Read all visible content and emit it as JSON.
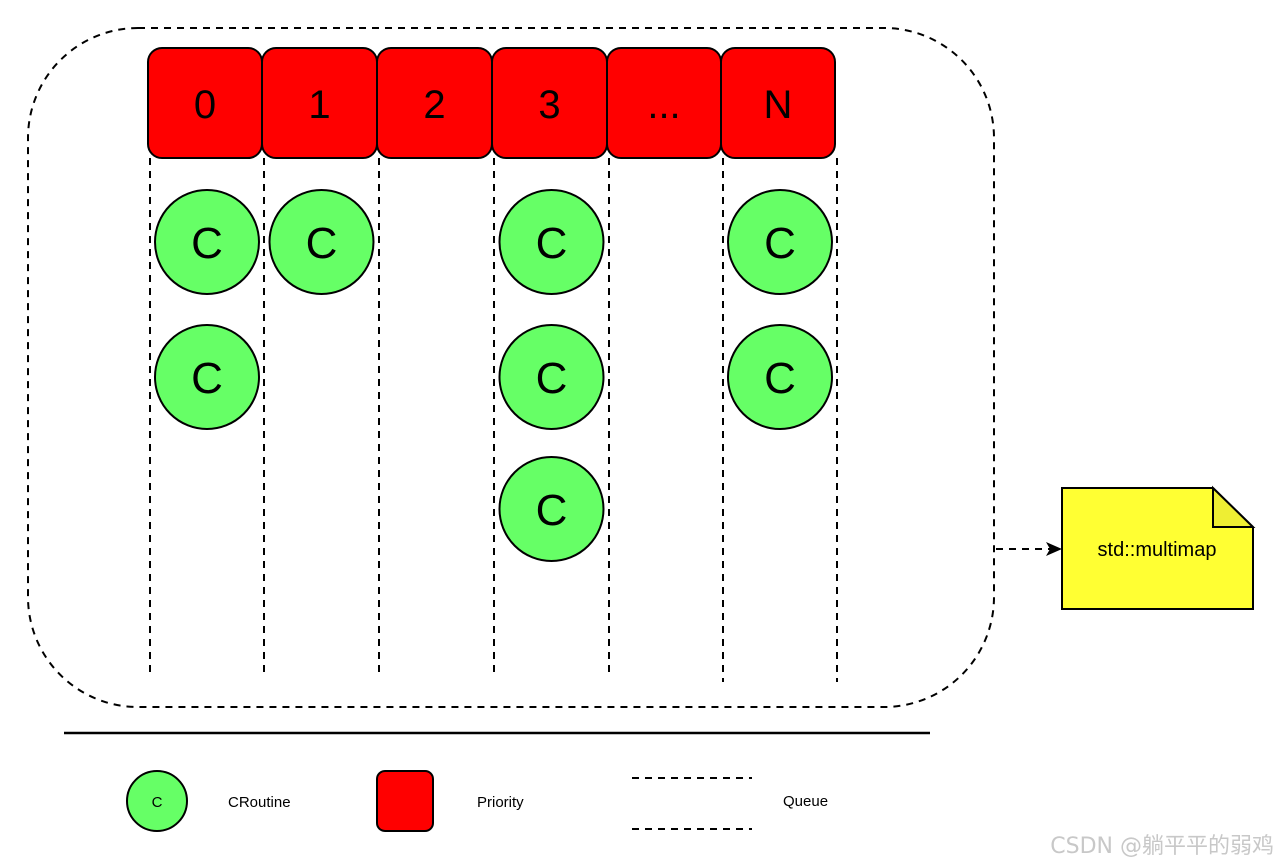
{
  "diagram": {
    "container_label": "",
    "priorities": [
      {
        "label": "0",
        "coroutines": 2
      },
      {
        "label": "1",
        "coroutines": 1
      },
      {
        "label": "2",
        "coroutines": 0
      },
      {
        "label": "3",
        "coroutines": 3
      },
      {
        "label": "...",
        "coroutines": 0
      },
      {
        "label": "N",
        "coroutines": 2
      }
    ],
    "coroutine_label": "C",
    "note": {
      "label": "std::multimap"
    },
    "legend": {
      "croutine": {
        "symbol": "C",
        "label": "CRoutine"
      },
      "priority": {
        "label": "Priority"
      },
      "queue": {
        "label": "Queue"
      }
    },
    "watermark": "CSDN @躺平平的弱鸡",
    "colors": {
      "priority_fill": "#ff0000",
      "coroutine_fill": "#66ff66",
      "note_fill": "#ffff33",
      "note_fold": "#eeee33",
      "stroke": "#000000"
    }
  }
}
